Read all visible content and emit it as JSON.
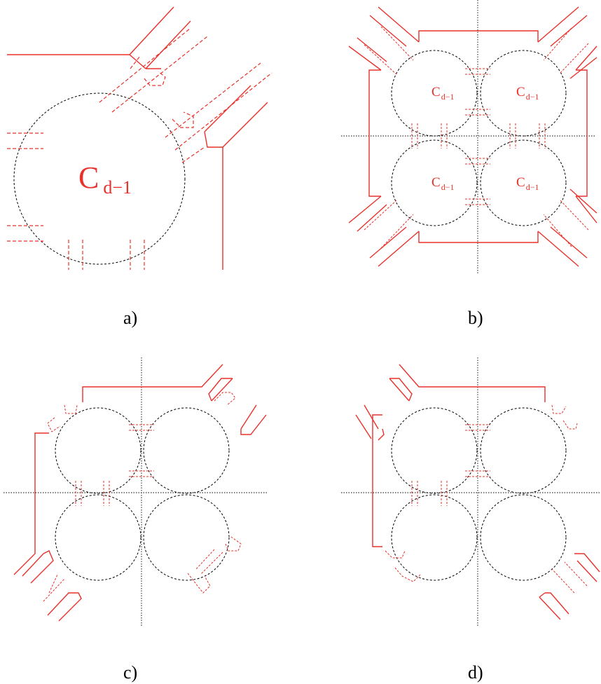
{
  "colors": {
    "wire": "#e8312a",
    "circle": "#000000",
    "axis": "#000000",
    "background": "#ffffff"
  },
  "panels": {
    "a": {
      "caption": "a)",
      "cell_label": {
        "main": "C",
        "sub": "d−1"
      }
    },
    "b": {
      "caption": "b)",
      "cell_labels": [
        {
          "main": "C",
          "sub": "d−1"
        },
        {
          "main": "C",
          "sub": "d−1"
        },
        {
          "main": "C",
          "sub": "d−1"
        },
        {
          "main": "C",
          "sub": "d−1"
        }
      ]
    },
    "c": {
      "caption": "c)"
    },
    "d": {
      "caption": "d)"
    }
  }
}
